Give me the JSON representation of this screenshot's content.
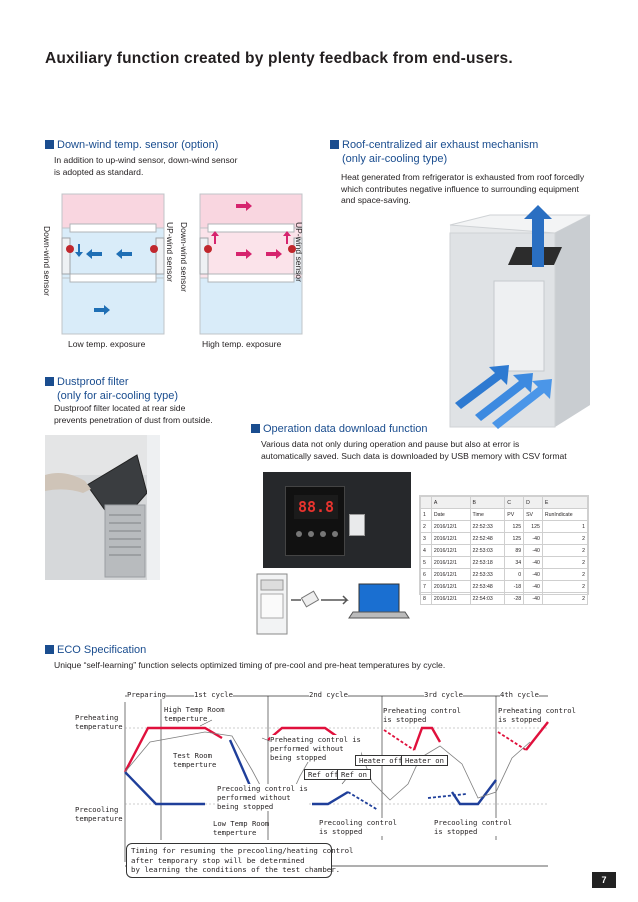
{
  "page_title": "Auxiliary function created by plenty feedback from end-users.",
  "downwind": {
    "heading": "Down-wind temp. sensor (option)",
    "body": [
      "In addition to up-wind sensor, down-wind sensor",
      "is adopted as standard."
    ],
    "label_downwind_left": "Down-wind sensor",
    "label_upwind_mid": "UP-wind sensor",
    "label_downwind_mid": "Down-wind sensor",
    "label_upwind_right": "UP-wind sensor",
    "caption_low": "Low temp. exposure",
    "caption_high": "High temp. exposure"
  },
  "exhaust": {
    "heading": [
      "Roof-centralized air exhaust mechanism",
      "(only air-cooling type)"
    ],
    "body": [
      "Heat generated from refrigerator is exhausted from roof forcedly",
      "which contributes negative influence to surrounding equipment",
      "and space-saving."
    ]
  },
  "dustproof": {
    "heading": [
      "Dustproof filter",
      "(only for air-cooling type)"
    ],
    "body": [
      "Dustproof filter located at rear side",
      "prevents penetration of dust from outside."
    ]
  },
  "download": {
    "heading": "Operation data download function",
    "body": [
      "Various data not only during operation and pause but also at error is",
      "automatically saved. Such data is downloaded by USB memory with CSV format"
    ],
    "controller_display": "88.8",
    "table": {
      "col_letters": [
        "A",
        "B",
        "C",
        "D",
        "E"
      ],
      "headers": [
        "Date",
        "Time",
        "PV",
        "SV",
        "RunIndicate"
      ],
      "rows": [
        [
          "2016/12/1",
          "22:52:33",
          "125",
          "125",
          "1"
        ],
        [
          "2016/12/1",
          "22:52:48",
          "125",
          "-40",
          "2"
        ],
        [
          "2016/12/1",
          "22:53:03",
          "89",
          "-40",
          "2"
        ],
        [
          "2016/12/1",
          "22:53:18",
          "34",
          "-40",
          "2"
        ],
        [
          "2016/12/1",
          "22:53:33",
          "0",
          "-40",
          "2"
        ],
        [
          "2016/12/1",
          "22:53:48",
          "-18",
          "-40",
          "2"
        ],
        [
          "2016/12/1",
          "22:54:03",
          "-28",
          "-40",
          "2"
        ]
      ]
    }
  },
  "eco": {
    "heading": "ECO Specification",
    "body": "Unique “self-learning” function selects  optimized timing of pre-cool and pre-heat temperatures by cycle.",
    "phases": [
      "Preparing",
      "1st cycle",
      "2nd cycle",
      "3rd cycle",
      "4th cycle"
    ],
    "preheat_label": [
      "Preheating",
      "temperature"
    ],
    "precool_label": [
      "Precooling",
      "temperature"
    ],
    "high_temp": [
      "High Temp Room",
      "temperture"
    ],
    "test_room": [
      "Test Room",
      "temperture"
    ],
    "low_temp": [
      "Low Temp Room",
      "temperture"
    ],
    "preheat_ctrl_performed": [
      "Preheating control is",
      "performed without",
      "being stopped"
    ],
    "precool_ctrl_performed": [
      "Precooling control is",
      "performed without",
      "being stopped"
    ],
    "preheat_stopped_3": [
      "Preheating control",
      "is stopped"
    ],
    "preheat_stopped_4": [
      "Preheating control",
      "is stopped"
    ],
    "precool_stopped_2": [
      "Precooling control",
      "is stopped"
    ],
    "precool_stopped_3": [
      "Precooling control",
      "is stopped"
    ],
    "heater_off": "Heater off",
    "heater_on": "Heater on",
    "ref_off": "Ref off",
    "ref_on": "Ref on",
    "note": [
      "Timing for resuming the precooling/heating control",
      "after temporary stop will be determined",
      "by learning the conditions of the test chamber."
    ],
    "colors": {
      "heat": "#e0103c",
      "cool": "#1f3f9a"
    }
  },
  "page_number": "7"
}
